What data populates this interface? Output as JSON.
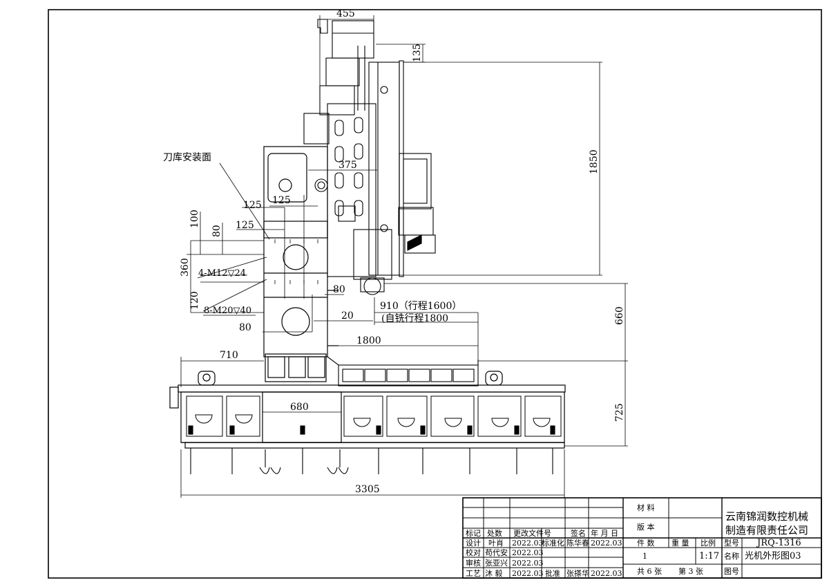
{
  "dimensions": {
    "d455": "455",
    "d135": "135",
    "d1850": "1850",
    "d375": "375",
    "d125a": "125",
    "d125b": "125",
    "d125c": "125",
    "d100": "100",
    "d80a": "80",
    "d360": "360",
    "d120": "120",
    "d80b": "80",
    "d80c": "80",
    "d20": "20",
    "d910": "910（行程1600）",
    "d_mill": "(自铣行程1800",
    "d1800": "1800",
    "d660": "660",
    "d710": "710",
    "d680": "680",
    "d725": "725",
    "d3305": "3305"
  },
  "annotations": {
    "tool_magazine_face": "刀库安装面",
    "thread_4": "4-M12▽24",
    "thread_8": "8-M20▽40"
  },
  "title_block": {
    "material_label": "材 料",
    "version_label": "版 本",
    "company_line1": "云南锦润数控机械",
    "company_line2": "制造有限责任公司",
    "rev_headers": [
      "标记",
      "处数",
      "更改文件号",
      "签名",
      "年 月 日"
    ],
    "designer_label": "设计",
    "designer": "叶肖",
    "designer_date": "2022.03",
    "standard_label": "标准化",
    "standard": "陈华春",
    "standard_date": "2022.03",
    "checker_label": "校对",
    "checker": "苟代安",
    "checker_date": "2022.03",
    "reviewer_label": "审核",
    "reviewer": "张亚兴",
    "reviewer_date": "2022.03",
    "process_label": "工艺",
    "process": "沐 毅",
    "process_date": "2022.03",
    "approve_label": "批准",
    "approver": "张搽华",
    "approve_date": "2022.03",
    "qty_label": "件 数",
    "weight_label": "重 量",
    "scale_label": "比例",
    "qty": "1",
    "scale": "1:17",
    "model_label": "型号",
    "model": "JRQ-1316",
    "name_label": "名称",
    "name": "光机外形图03",
    "drawing_no_label": "图号",
    "sheets": "共 6 张",
    "sheet_no": "第 3 张"
  }
}
